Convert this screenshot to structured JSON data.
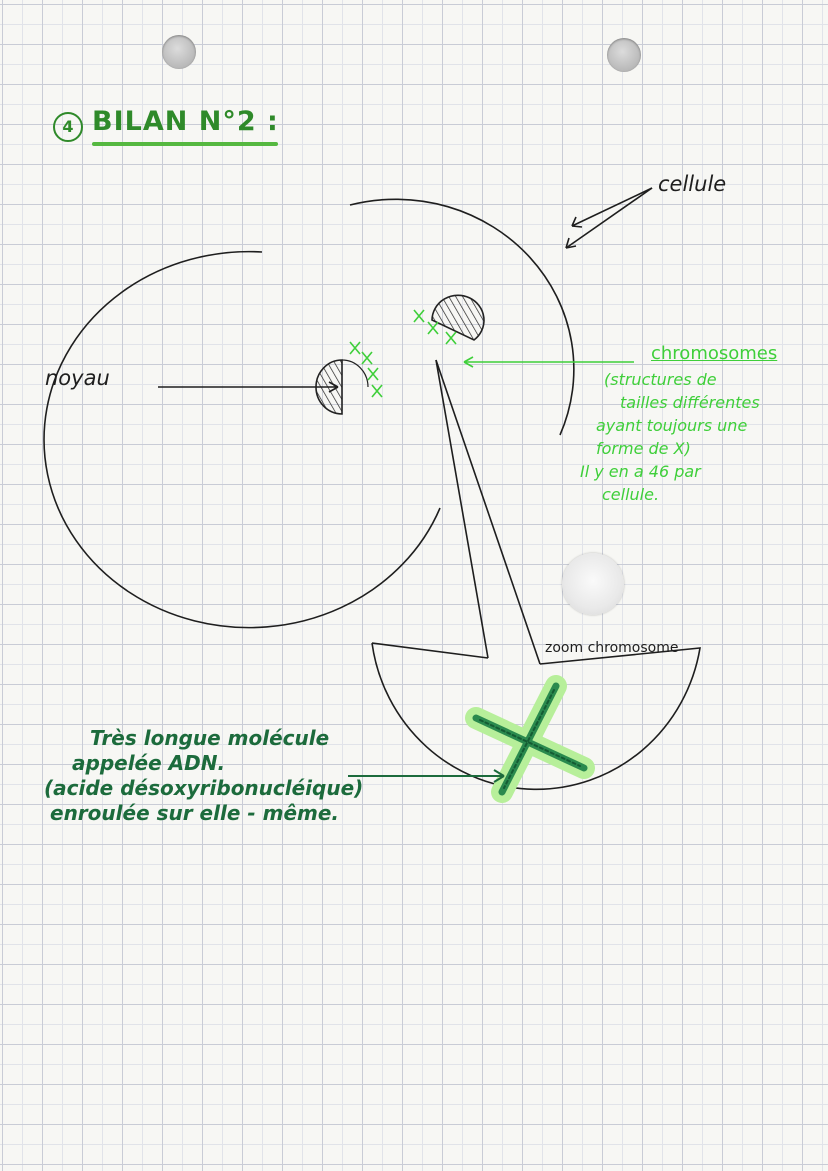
{
  "title": {
    "number": "4",
    "text": "BILAN N°2 :"
  },
  "labels": {
    "cellule": "cellule",
    "noyau": "noyau",
    "zoom": "zoom chromosome"
  },
  "chromosomes": {
    "title": "chromosomes",
    "lines": [
      "(structures de",
      "tailles différentes",
      "ayant toujours une",
      "forme de X)",
      "Il y en a 46 par",
      "cellule."
    ]
  },
  "adn_note": {
    "lines": [
      "Très longue molécule",
      "appelée ADN.",
      "(acide désoxyribonucléique)",
      "enroulée sur elle - même."
    ]
  },
  "colors": {
    "title_green": "#2f8a2a",
    "light_green": "#3fcf3a",
    "dark_green": "#1c6b3c",
    "ink": "#1e1e1e"
  }
}
